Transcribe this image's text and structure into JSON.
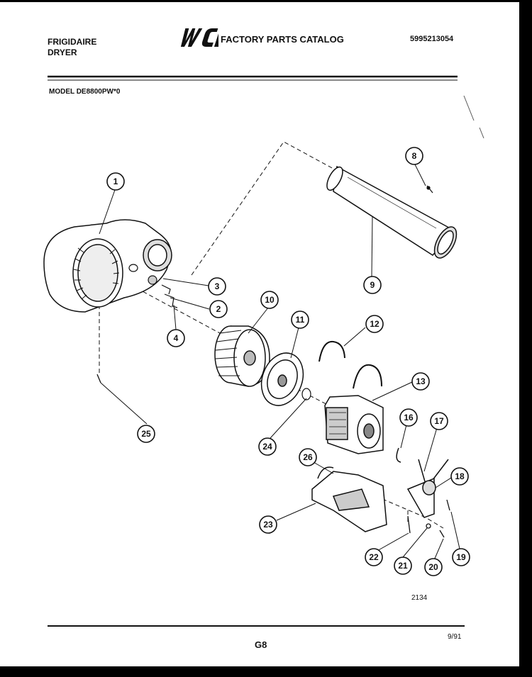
{
  "header": {
    "brand": "FRIGIDAIRE",
    "product": "DRYER",
    "logo_text": "WCI",
    "catalog_title": "FACTORY PARTS CATALOG",
    "catalog_number": "5995213054",
    "model": "MODEL DE8800PW*0"
  },
  "diagram": {
    "callouts": [
      "1",
      "2",
      "3",
      "4",
      "8",
      "9",
      "10",
      "11",
      "12",
      "13",
      "16",
      "17",
      "18",
      "19",
      "20",
      "21",
      "22",
      "23",
      "24",
      "25",
      "26"
    ],
    "drawing_number": "2134"
  },
  "footer": {
    "page": "G8",
    "date": "9/91"
  }
}
